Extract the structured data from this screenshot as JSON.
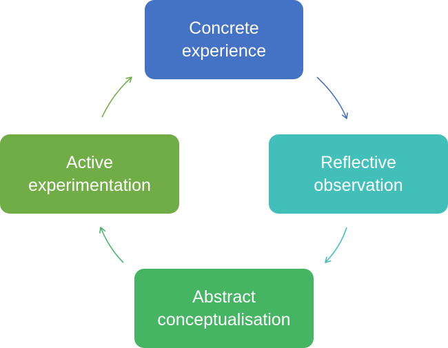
{
  "cycle": {
    "stages": [
      {
        "id": "concrete",
        "label": "Concrete\nexperience",
        "color": "#4472C4"
      },
      {
        "id": "reflective",
        "label": "Reflective\nobservation",
        "color": "#43BFB9"
      },
      {
        "id": "abstract",
        "label": "Abstract\nconceptualisation",
        "color": "#45B564"
      },
      {
        "id": "active",
        "label": "Active\nexperimentation",
        "color": "#71AD47"
      }
    ],
    "arrows": [
      {
        "from": "concrete",
        "to": "reflective",
        "color": "#4472C4"
      },
      {
        "from": "reflective",
        "to": "abstract",
        "color": "#43BFB9"
      },
      {
        "from": "abstract",
        "to": "active",
        "color": "#45B564"
      },
      {
        "from": "active",
        "to": "concrete",
        "color": "#71AD47"
      }
    ]
  }
}
